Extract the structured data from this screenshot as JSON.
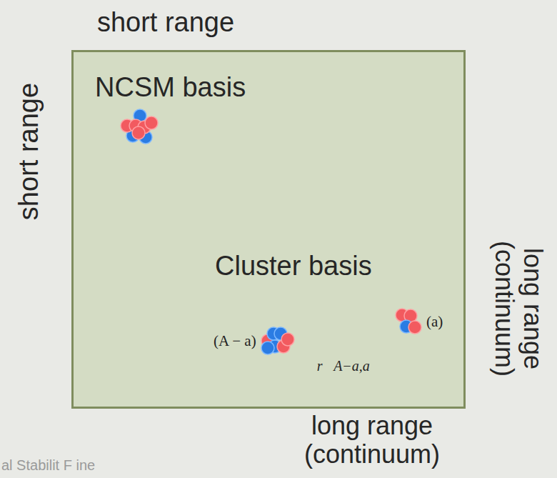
{
  "diagram": {
    "nodes": [
      {
        "text": [
          "NCSM basis",
          "Cluster basis"
        ]
      },
      {
        "text": [
          "(A − a)"
        ],
        "in": 0
      },
      {
        "text": [
          "(a)"
        ],
        "in": 0
      }
    ],
    "edges": [
      {
        "from": 2,
        "to": 1,
        "arrow": "to",
        "label": "r⃗A−a,a"
      }
    ],
    "labels": [
      "short range",
      "short range",
      "long range (continuum)",
      "long range (continuum)",
      "al Stabilit F ine"
    ]
  }
}
